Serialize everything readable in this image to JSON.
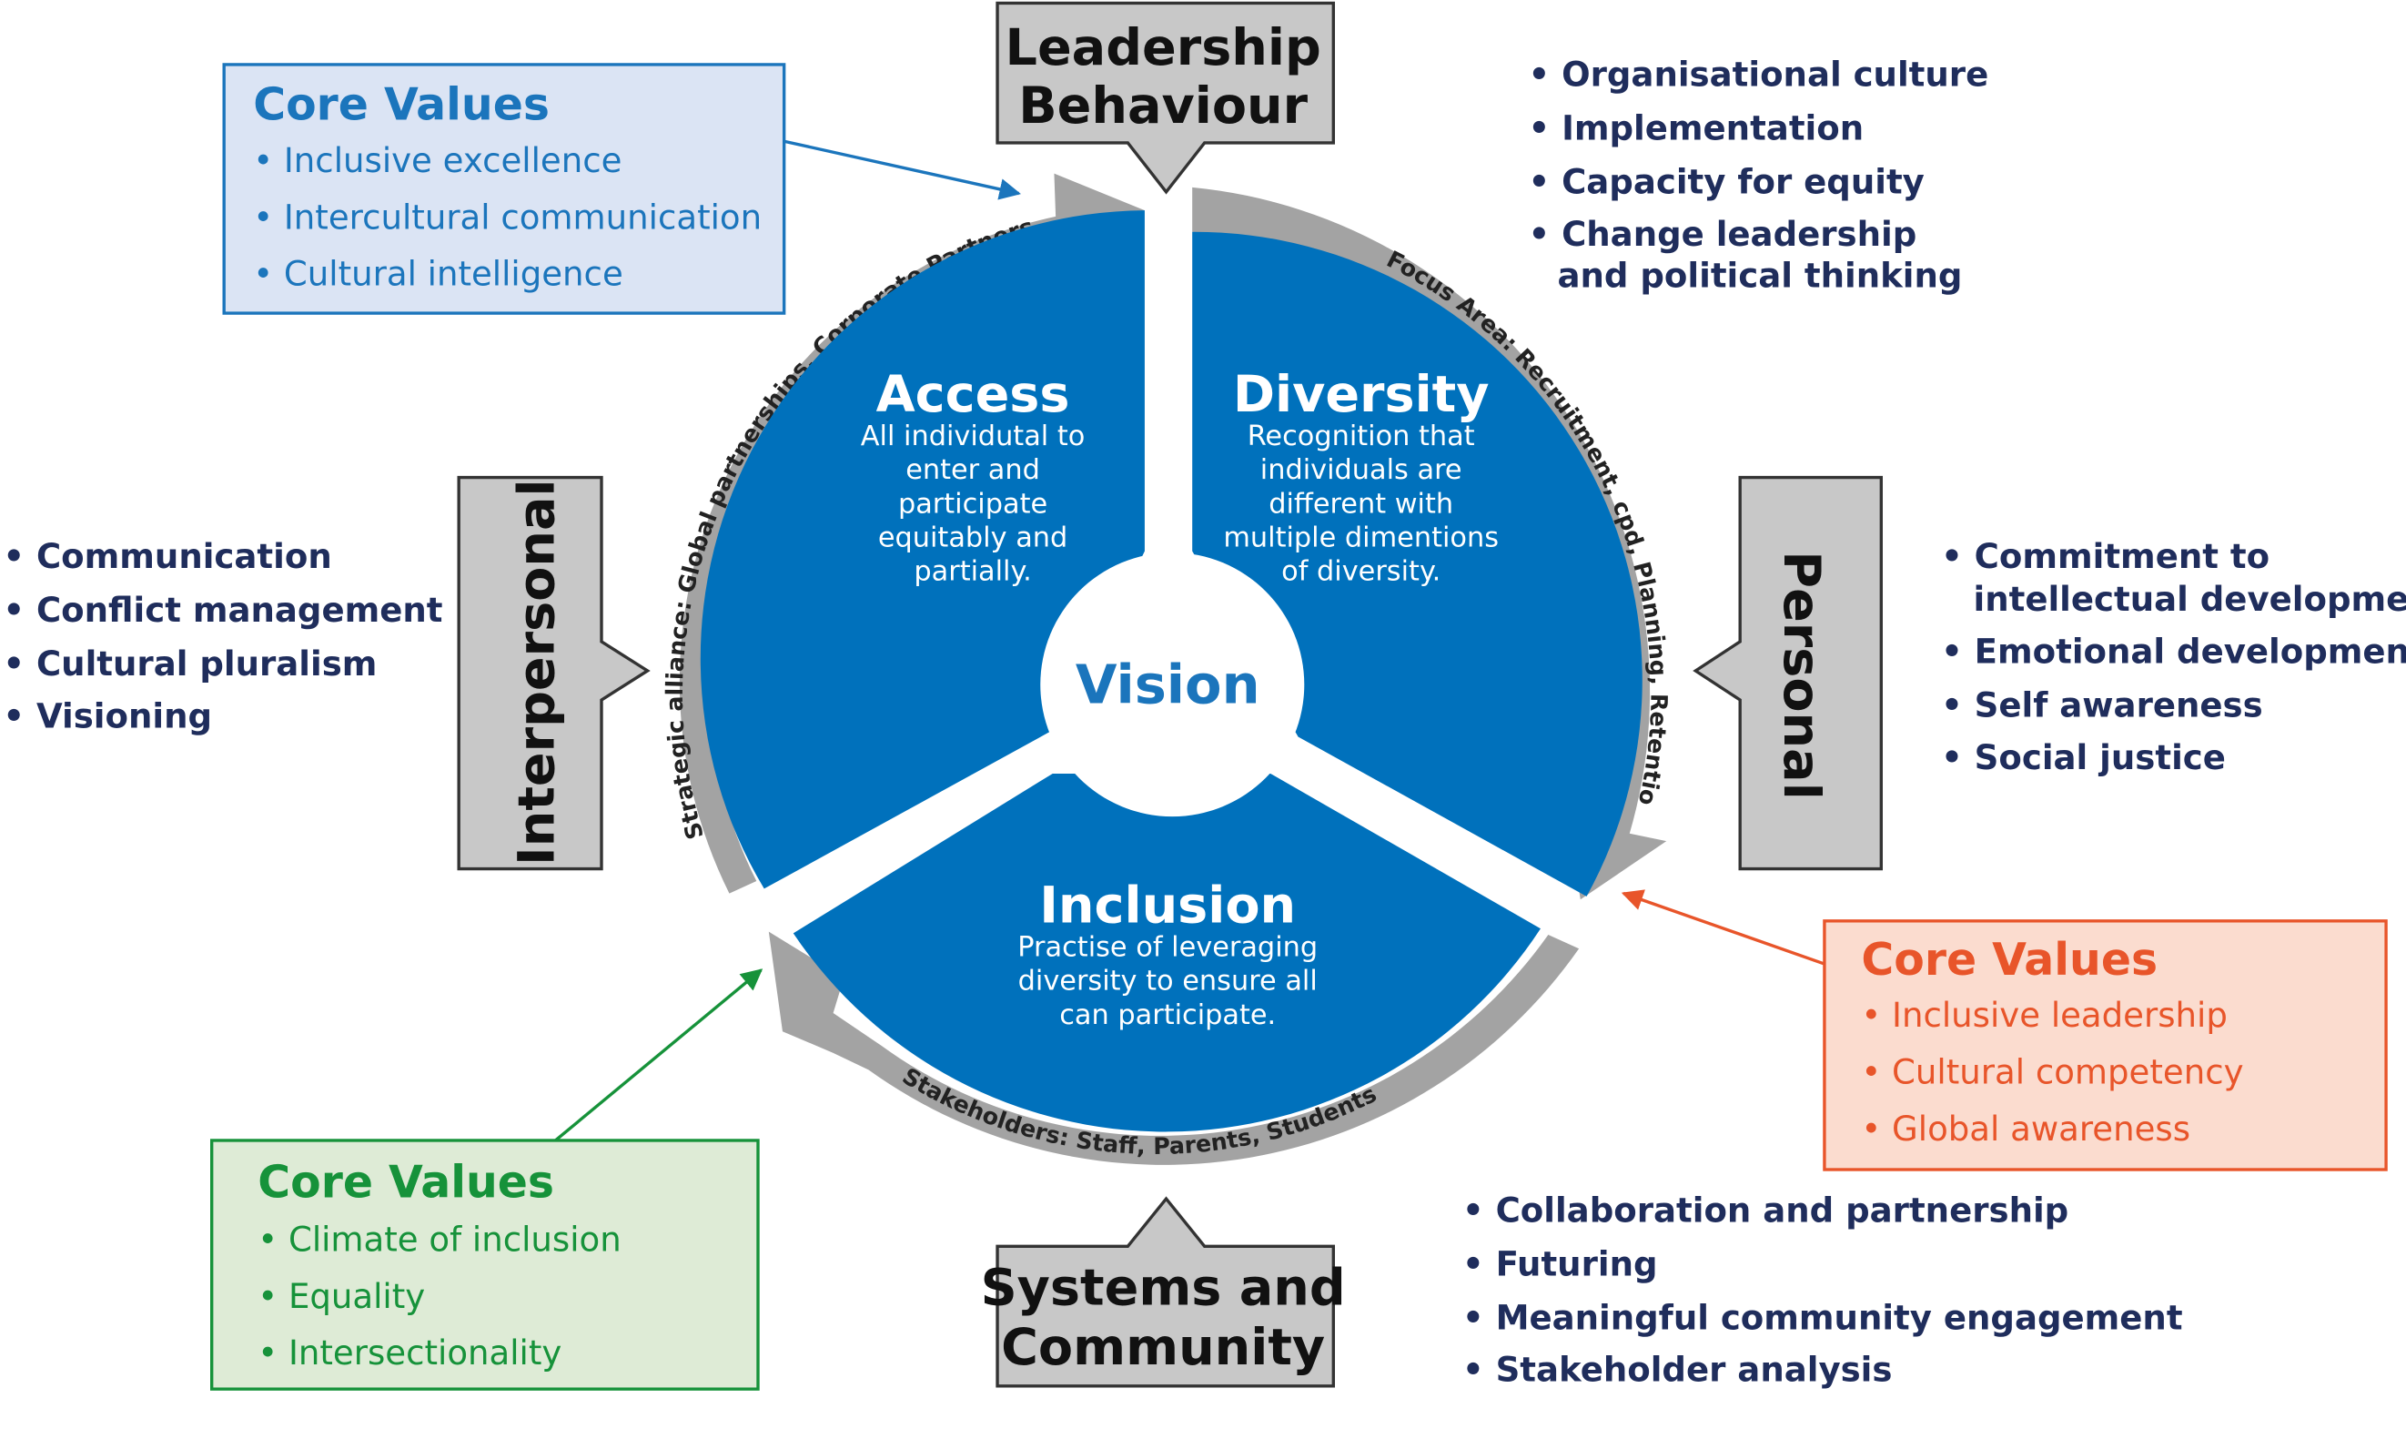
{
  "colors": {
    "brand_blue": "#0071bc",
    "core_blue": "#1b75bc",
    "core_orange": "#e8552a",
    "core_green": "#16923a",
    "navy": "#1f2d5c",
    "gray_box": "#c8c8c8",
    "ring_gray": "#a3a3a3",
    "white": "#ffffff"
  },
  "center": {
    "label": "Vision"
  },
  "segments": {
    "access": {
      "title": "Access",
      "lines": [
        "All individutal to",
        "enter and",
        "participate",
        "equitably and",
        "partially."
      ]
    },
    "diversity": {
      "title": "Diversity",
      "lines": [
        "Recognition that",
        "individuals are",
        "different with",
        "multiple dimentions",
        "of diversity."
      ]
    },
    "inclusion": {
      "title": "Inclusion",
      "lines": [
        "Practise of leveraging",
        "diversity to ensure all",
        "can participate."
      ]
    }
  },
  "ring_labels": {
    "left": "Strategic alliance: Global partnerships, Corporate Partnerships",
    "right": "Focus Area: Recruitment, cpd, Planning, Retention",
    "bottom": "Stakeholders: Staff, Parents, Students"
  },
  "callouts": {
    "top": {
      "lines": [
        "Leadership",
        "Behaviour"
      ]
    },
    "left": {
      "label": "Interpersonal"
    },
    "right": {
      "label": "Personal"
    },
    "bottom": {
      "lines": [
        "Systems and",
        "Community"
      ]
    }
  },
  "lists": {
    "top_right": [
      [
        "• Organisational culture"
      ],
      [
        "• Implementation"
      ],
      [
        "• Capacity for equity"
      ],
      [
        "• Change leadership",
        "and political thinking"
      ]
    ],
    "left": [
      [
        "• Communication"
      ],
      [
        "• Conflict management"
      ],
      [
        "• Cultural pluralism"
      ],
      [
        "• Visioning"
      ]
    ],
    "right": [
      [
        "• Commitment to",
        "intellectual development"
      ],
      [
        "• Emotional development"
      ],
      [
        "• Self awareness"
      ],
      [
        "• Social justice"
      ]
    ],
    "bottom_right": [
      [
        "• Collaboration and partnership"
      ],
      [
        "• Futuring"
      ],
      [
        "• Meaningful community engagement"
      ],
      [
        "• Stakeholder analysis"
      ]
    ]
  },
  "core_values": {
    "blue": {
      "title": "Core Values",
      "items": [
        "• Inclusive excellence",
        "• Intercultural communication",
        "• Cultural intelligence"
      ]
    },
    "orange": {
      "title": "Core Values",
      "items": [
        "• Inclusive leadership",
        "• Cultural competency",
        "• Global awareness"
      ]
    },
    "green": {
      "title": "Core Values",
      "items": [
        "• Climate of inclusion",
        "• Equality",
        "• Intersectionality"
      ]
    }
  }
}
